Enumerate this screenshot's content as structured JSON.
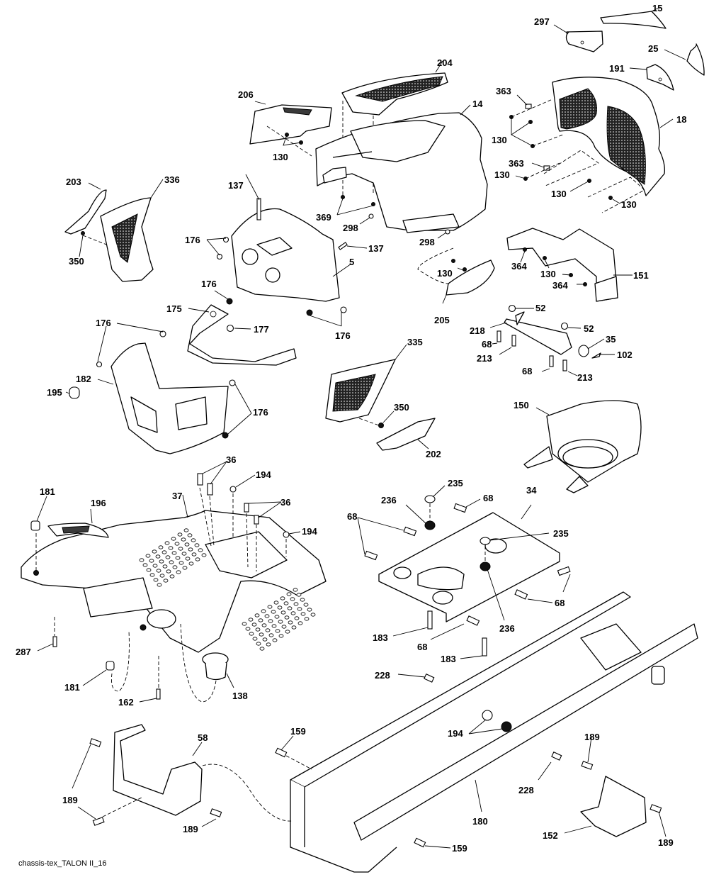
{
  "diagram": {
    "caption": "chassis-tex_TALON II_16",
    "colors": {
      "line": "#000000",
      "background": "#ffffff"
    },
    "labels": [
      {
        "id": "l15",
        "text": "15"
      },
      {
        "id": "l297",
        "text": "297"
      },
      {
        "id": "l25",
        "text": "25"
      },
      {
        "id": "l191",
        "text": "191"
      },
      {
        "id": "l204",
        "text": "204"
      },
      {
        "id": "l363a",
        "text": "363"
      },
      {
        "id": "l14",
        "text": "14"
      },
      {
        "id": "l18",
        "text": "18"
      },
      {
        "id": "l206",
        "text": "206"
      },
      {
        "id": "l130a",
        "text": "130"
      },
      {
        "id": "l130b",
        "text": "130"
      },
      {
        "id": "l363b",
        "text": "363"
      },
      {
        "id": "l130c",
        "text": "130"
      },
      {
        "id": "l130d",
        "text": "130"
      },
      {
        "id": "l130e",
        "text": "130"
      },
      {
        "id": "l203",
        "text": "203"
      },
      {
        "id": "l336",
        "text": "336"
      },
      {
        "id": "l137a",
        "text": "137"
      },
      {
        "id": "l369",
        "text": "369"
      },
      {
        "id": "l298a",
        "text": "298"
      },
      {
        "id": "l298b",
        "text": "298"
      },
      {
        "id": "l137b",
        "text": "137"
      },
      {
        "id": "l176a",
        "text": "176"
      },
      {
        "id": "l350a",
        "text": "350"
      },
      {
        "id": "l364a",
        "text": "364"
      },
      {
        "id": "l130f",
        "text": "130"
      },
      {
        "id": "l130g",
        "text": "130"
      },
      {
        "id": "l5",
        "text": "5"
      },
      {
        "id": "l151",
        "text": "151"
      },
      {
        "id": "l364b",
        "text": "364"
      },
      {
        "id": "l176b",
        "text": "176"
      },
      {
        "id": "l175",
        "text": "175"
      },
      {
        "id": "l177",
        "text": "177"
      },
      {
        "id": "l176c",
        "text": "176"
      },
      {
        "id": "l205",
        "text": "205"
      },
      {
        "id": "l52a",
        "text": "52"
      },
      {
        "id": "l218",
        "text": "218"
      },
      {
        "id": "l52b",
        "text": "52"
      },
      {
        "id": "l68a",
        "text": "68"
      },
      {
        "id": "l35",
        "text": "35"
      },
      {
        "id": "l213a",
        "text": "213"
      },
      {
        "id": "l102",
        "text": "102"
      },
      {
        "id": "l176d",
        "text": "176"
      },
      {
        "id": "l335",
        "text": "335"
      },
      {
        "id": "l68b",
        "text": "68"
      },
      {
        "id": "l213b",
        "text": "213"
      },
      {
        "id": "l182",
        "text": "182"
      },
      {
        "id": "l195",
        "text": "195"
      },
      {
        "id": "l350b",
        "text": "350"
      },
      {
        "id": "l176e",
        "text": "176"
      },
      {
        "id": "l150",
        "text": "150"
      },
      {
        "id": "l202",
        "text": "202"
      },
      {
        "id": "l36a",
        "text": "36"
      },
      {
        "id": "l194a",
        "text": "194"
      },
      {
        "id": "l235a",
        "text": "235"
      },
      {
        "id": "l181a",
        "text": "181"
      },
      {
        "id": "l196",
        "text": "196"
      },
      {
        "id": "l37",
        "text": "37"
      },
      {
        "id": "l36b",
        "text": "36"
      },
      {
        "id": "l194b",
        "text": "194"
      },
      {
        "id": "l236a",
        "text": "236"
      },
      {
        "id": "l68c",
        "text": "68"
      },
      {
        "id": "l34",
        "text": "34"
      },
      {
        "id": "l68d",
        "text": "68"
      },
      {
        "id": "l235b",
        "text": "235"
      },
      {
        "id": "l68e",
        "text": "68"
      },
      {
        "id": "l236b",
        "text": "236"
      },
      {
        "id": "l183a",
        "text": "183"
      },
      {
        "id": "l68f",
        "text": "68"
      },
      {
        "id": "l287",
        "text": "287"
      },
      {
        "id": "l183b",
        "text": "183"
      },
      {
        "id": "l228a",
        "text": "228"
      },
      {
        "id": "l181b",
        "text": "181"
      },
      {
        "id": "l138",
        "text": "138"
      },
      {
        "id": "l162",
        "text": "162"
      },
      {
        "id": "l194c",
        "text": "194"
      },
      {
        "id": "l58",
        "text": "58"
      },
      {
        "id": "l159a",
        "text": "159"
      },
      {
        "id": "l189a",
        "text": "189"
      },
      {
        "id": "l228b",
        "text": "228"
      },
      {
        "id": "l189b",
        "text": "189"
      },
      {
        "id": "l189c",
        "text": "189"
      },
      {
        "id": "l180",
        "text": "180"
      },
      {
        "id": "l152",
        "text": "152"
      },
      {
        "id": "l159b",
        "text": "159"
      },
      {
        "id": "l189d",
        "text": "189"
      }
    ]
  }
}
